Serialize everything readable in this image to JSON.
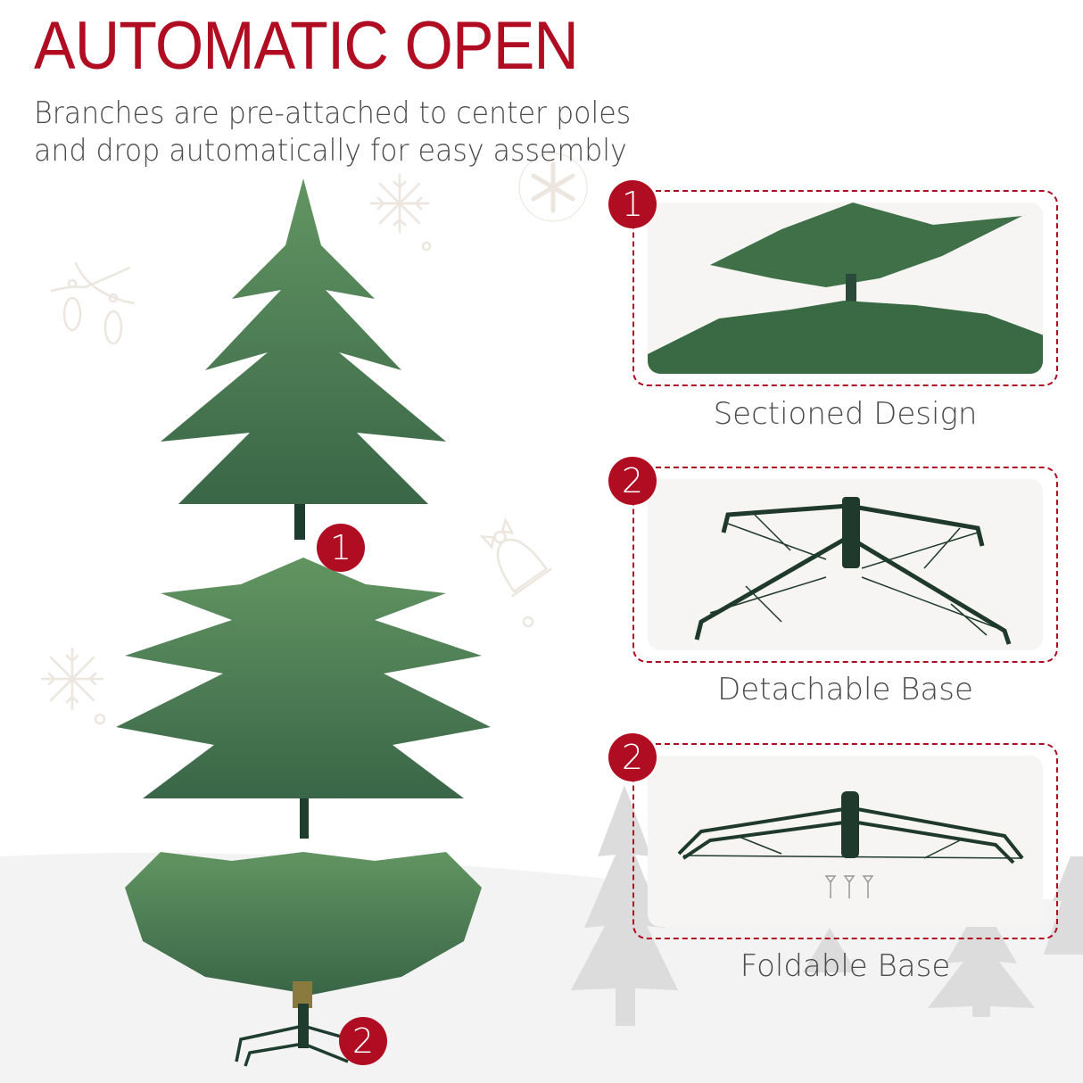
{
  "header": {
    "title": "AUTOMATIC OPEN",
    "subtitle_line1": "Branches are pre-attached to center poles",
    "subtitle_line2": "and drop automatically for easy assembly"
  },
  "main_image": {
    "subject": "artificial-christmas-tree-exploded-sections",
    "callouts": [
      {
        "number": "1",
        "target": "section-joint"
      },
      {
        "number": "2",
        "target": "tree-stand"
      }
    ]
  },
  "feature_cards": [
    {
      "badge": "1",
      "label": "Sectioned Design",
      "image": "tree-sections-closeup"
    },
    {
      "badge": "2",
      "label": "Detachable Base",
      "image": "metal-stand-open"
    },
    {
      "badge": "2",
      "label": "Foldable Base",
      "image": "metal-stand-folded"
    }
  ],
  "decorations": [
    "snowflake-icon",
    "snowflake-icon",
    "ornament-lights-icon",
    "bell-icon",
    "snowflake-icon",
    "tree-silhouette-icon"
  ],
  "colors": {
    "accent": "#b00d23",
    "text": "#4a4a4a",
    "card_bg": "#f6f5f4",
    "ground": "#f3f3f3",
    "decor": "#ece6df"
  }
}
